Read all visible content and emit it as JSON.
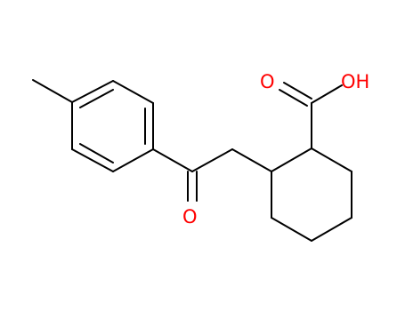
{
  "molecule": {
    "atom_labels": {
      "hydroxyl": "OH",
      "acid_carbonyl_oxygen": "O",
      "ketone_oxygen": "O"
    },
    "colors": {
      "bond": "#000000",
      "heteroatom": "#ff0000",
      "background": "#ffffff"
    }
  }
}
